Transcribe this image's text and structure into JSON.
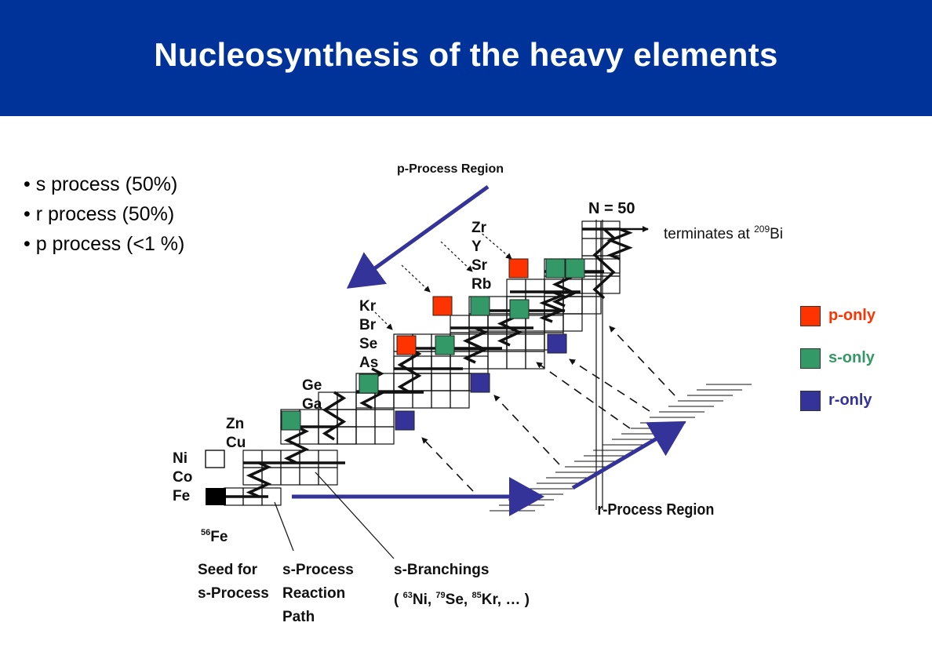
{
  "slide": {
    "title": "Nucleosynthesis of the heavy elements",
    "header_color": "#003399"
  },
  "bullets": [
    "• s process (50%)",
    "• r process (50%)",
    "• p process (<1 %)"
  ],
  "legend": [
    {
      "label": "p-only",
      "color": "#ff3300",
      "text_color": "#ff3300"
    },
    {
      "label": "s-only",
      "color": "#339966",
      "text_color": "#339966"
    },
    {
      "label": "r-only",
      "color": "#333399",
      "text_color": "#333399"
    }
  ],
  "diagram": {
    "p_region_label": "p-Process Region",
    "r_region_label": "r-Process Region",
    "n50_label": "N = 50",
    "terminates_prefix": "terminates at ",
    "terminates_mass": "209",
    "terminates_element": "Bi",
    "element_groups": {
      "ni_co_fe": [
        "Ni",
        "Co",
        "Fe"
      ],
      "zn_cu": [
        "Zn",
        "Cu"
      ],
      "ge_ga": [
        "Ge",
        "Ga"
      ],
      "kr_br_se_as": [
        "Kr",
        "Br",
        "Se",
        "As"
      ],
      "zr_y_sr_rb": [
        "Zr",
        "Y",
        "Sr",
        "Rb"
      ]
    },
    "fe56": {
      "mass": "56",
      "element": "Fe"
    },
    "seed_label": [
      "Seed for",
      "s-Process"
    ],
    "path_label": [
      "s-Process",
      "Reaction",
      "Path"
    ],
    "branch_label": "s-Branchings",
    "branch_items": {
      "open": "( ",
      "m1": "63",
      "e1": "Ni, ",
      "m2": "79",
      "e2": "Se, ",
      "m3": "85",
      "e3": "Kr, … )"
    },
    "colors": {
      "p_only": "#ff3300",
      "s_only": "#339966",
      "r_only": "#333399",
      "arrow": "#333399"
    }
  }
}
